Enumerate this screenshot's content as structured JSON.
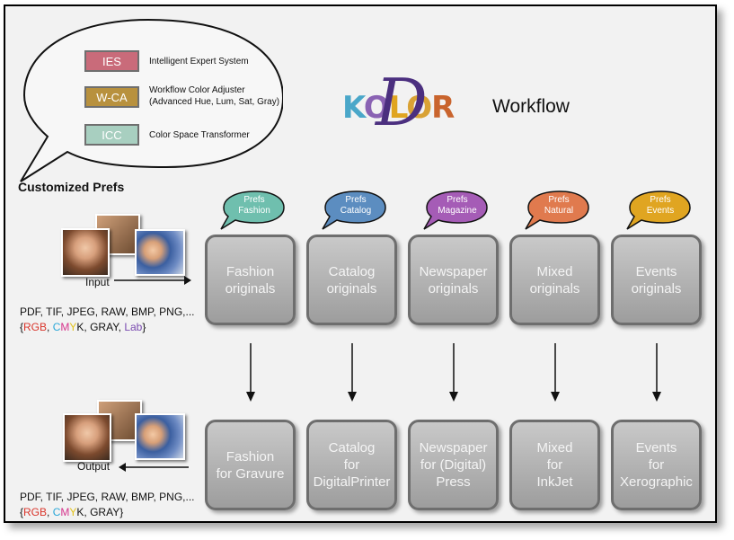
{
  "legend": [
    {
      "tag": "IES",
      "desc": [
        "Intelligent Expert System"
      ],
      "color": "#c96b7a"
    },
    {
      "tag": "W-CA",
      "desc": [
        "Workflow Color Adjuster",
        "(Advanced Hue, Lum, Sat, Gray)"
      ],
      "color": "#b8913e"
    },
    {
      "tag": "ICC",
      "desc": [
        "Color Space Transformer"
      ],
      "color": "#a8cfc0"
    }
  ],
  "logo": {
    "text": "KOLOR",
    "letter": "D"
  },
  "title": "Workflow",
  "section_title": "Customized Prefs",
  "columns": [
    {
      "prefs_top": "Prefs",
      "prefs_bottom": "Fashion",
      "color": "#6fbfae",
      "input": [
        "Fashion",
        "originals"
      ],
      "output": [
        "Fashion",
        "for Gravure"
      ]
    },
    {
      "prefs_top": "Prefs",
      "prefs_bottom": "Catalog",
      "color": "#5c8dc0",
      "input": [
        "Catalog",
        "originals"
      ],
      "output": [
        "Catalog",
        "for",
        "DigitalPrinter"
      ]
    },
    {
      "prefs_top": "Prefs",
      "prefs_bottom": "Magazine",
      "color": "#a55cb6",
      "input": [
        "Newspaper",
        "originals"
      ],
      "output": [
        "Newspaper",
        "for (Digital)",
        "Press"
      ]
    },
    {
      "prefs_top": "Prefs",
      "prefs_bottom": "Natural",
      "color": "#e07a4e",
      "input": [
        "Mixed",
        "originals"
      ],
      "output": [
        "Mixed",
        "for",
        "InkJet"
      ]
    },
    {
      "prefs_top": "Prefs",
      "prefs_bottom": "Events",
      "color": "#e0a521",
      "input": [
        "Events",
        "originals"
      ],
      "output": [
        "Events",
        "for",
        "Xerographic"
      ]
    }
  ],
  "input_label": "Input",
  "output_label": "Output",
  "formats_line": "PDF,  TIF, JPEG, RAW, BMP, PNG,...",
  "input_spaces": [
    {
      "t": "{",
      "c": "#111111"
    },
    {
      "t": "RGB",
      "c": "#d9352b"
    },
    {
      "t": ", ",
      "c": "#111111"
    },
    {
      "t": "C",
      "c": "#2aa7d8"
    },
    {
      "t": "M",
      "c": "#d6348c"
    },
    {
      "t": "Y",
      "c": "#e3c21a"
    },
    {
      "t": "K",
      "c": "#111111"
    },
    {
      "t": ", GRAY, ",
      "c": "#111111"
    },
    {
      "t": "Lab",
      "c": "#7a4bb0"
    },
    {
      "t": "}",
      "c": "#111111"
    }
  ],
  "output_spaces": [
    {
      "t": "{",
      "c": "#111111"
    },
    {
      "t": "RGB",
      "c": "#d9352b"
    },
    {
      "t": ", ",
      "c": "#111111"
    },
    {
      "t": "C",
      "c": "#2aa7d8"
    },
    {
      "t": "M",
      "c": "#d6348c"
    },
    {
      "t": "Y",
      "c": "#e3c21a"
    },
    {
      "t": "K",
      "c": "#111111"
    },
    {
      "t": ", GRAY}",
      "c": "#111111"
    }
  ]
}
